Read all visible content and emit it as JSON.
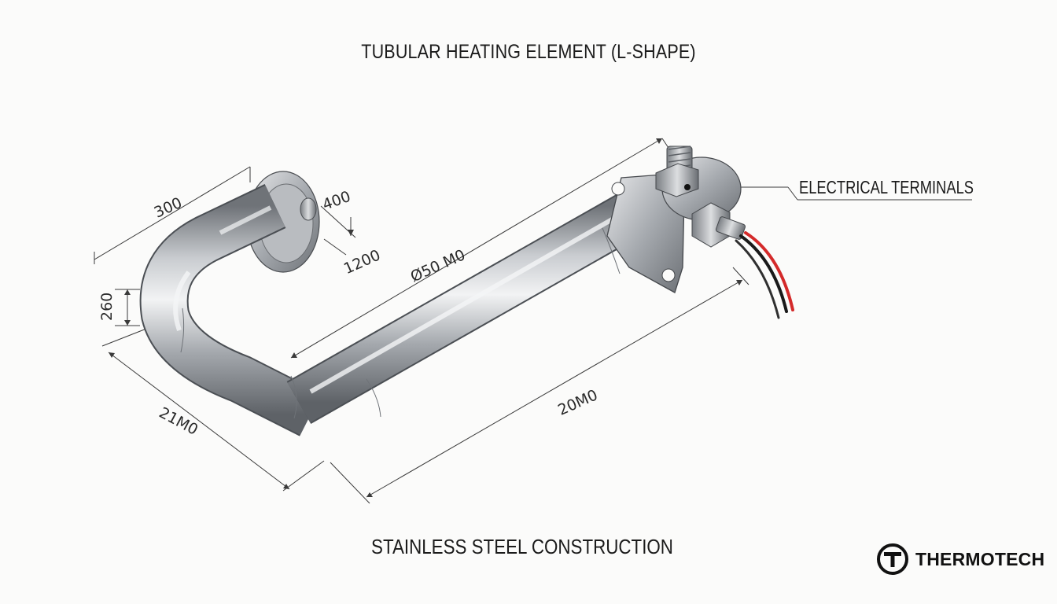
{
  "title": "TUBULAR HEATING ELEMENT (L-SHAPE)",
  "footer": "STAINLESS STEEL CONSTRUCTION",
  "callouts": {
    "terminals": "ELECTRICAL TERMINALS"
  },
  "dimensions": {
    "d300": "300",
    "d400": "400",
    "d1200": "1200",
    "d260": "260",
    "d_diameter": "Ø50 M0",
    "d21m0": "21M0",
    "d20m0": "20M0"
  },
  "brand": {
    "name": "THERMOTECH",
    "icon": "thermotech-logo-icon"
  },
  "colors": {
    "wire_red": "#d42a2a",
    "wire_black": "#1a1a1a",
    "steel": "#a9adb2"
  }
}
